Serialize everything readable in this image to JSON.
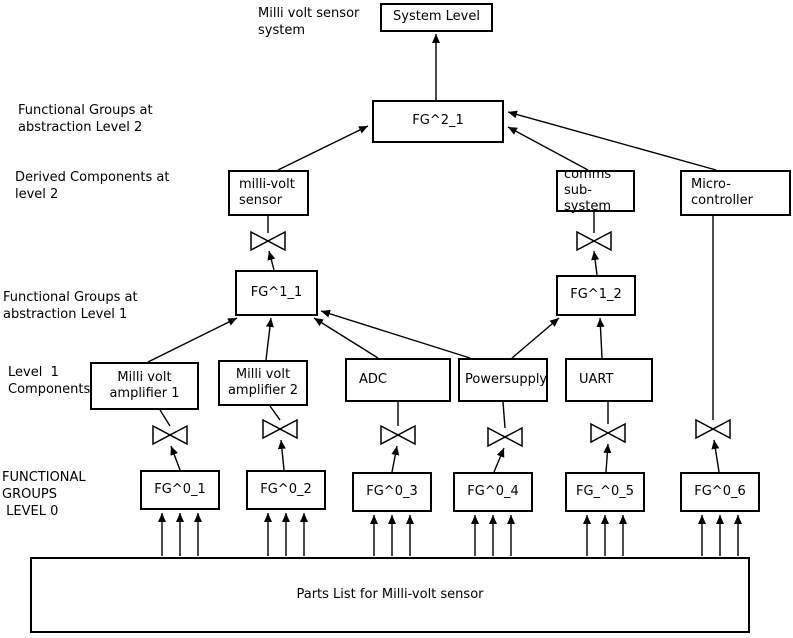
{
  "diagram": {
    "title": "Milli volt sensor\nsystem",
    "row_labels": {
      "level2": "Functional Groups at\nabstraction Level 2",
      "derived2": "Derived Components at\nlevel 2",
      "level1": "Functional Groups at\nabstraction Level 1",
      "components1": "Level  1\nComponents",
      "level0": "FUNCTIONAL\nGROUPS\n LEVEL 0"
    },
    "nodes": {
      "system_level": "System Level",
      "fg2_1": "FG^2_1",
      "millivolt_sensor": "milli-volt\nsensor",
      "comms_subsystem": "comms\nsub-system",
      "micro_controller": "Micro-\ncontroller",
      "fg1_1": "FG^1_1",
      "fg1_2": "FG^1_2",
      "amplifier_1": "Milli volt\namplifier 1",
      "amplifier_2": "Milli volt\namplifier 2",
      "adc": "ADC",
      "powersupply": "Powersupply",
      "uart": "UART",
      "fg0_1": "FG^0_1",
      "fg0_2": "FG^0_2",
      "fg0_3": "FG^0_3",
      "fg0_4": "FG^0_4",
      "fg0_5": "FG_^0_5",
      "fg0_6": "FG^0_6",
      "parts_list": "Parts List for Milli-volt sensor"
    },
    "colors": {
      "line": "#000000",
      "box_border": "#000000",
      "background": "#ffffff"
    }
  }
}
